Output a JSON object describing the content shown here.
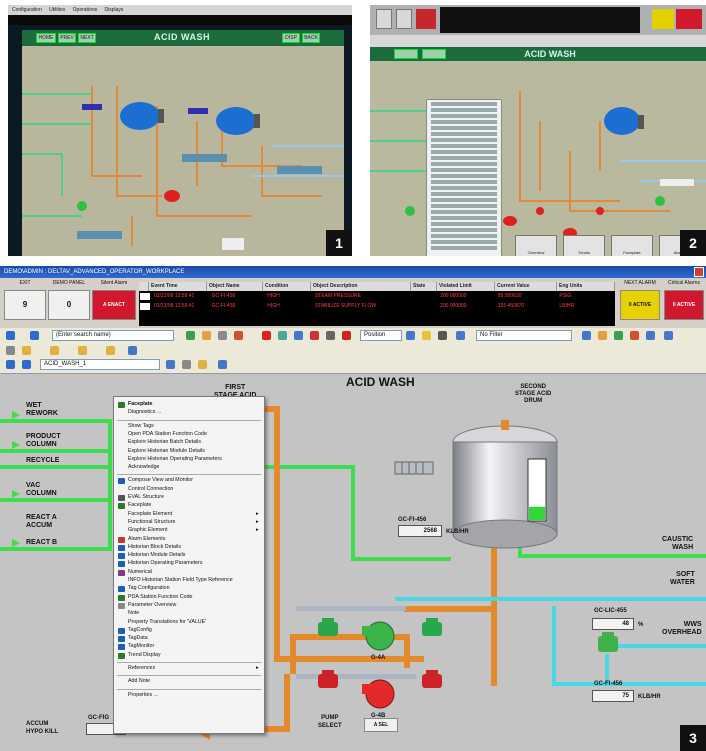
{
  "panel_numbers": [
    "1",
    "2",
    "3"
  ],
  "panel1": {
    "menu": [
      "Configuration",
      "Utilities",
      "Operations",
      "Displays"
    ],
    "title": "ACID WASH",
    "nav_buttons": [
      "HOME",
      "PREV",
      "NEXT"
    ],
    "right_buttons": [
      "DISP",
      "BACK"
    ]
  },
  "panel2": {
    "title": "ACID WASH",
    "bottom_buttons": [
      "Overview",
      "Trends",
      "Faceplate",
      "Alarms"
    ]
  },
  "panel3": {
    "window_title": "DEMO\\ADMIN : DELTAV_ADVANCED_OPERATOR_WORKPLACE",
    "toolbar_left": {
      "labels": [
        "EXIT",
        "DEMO PANEL",
        "Silent Alarm"
      ],
      "values": [
        "9",
        "0"
      ],
      "alarm_button": "A ENACT"
    },
    "alarm_table": {
      "headers": [
        "",
        "Event Time",
        "Object Name",
        "Condition",
        "Object Description",
        "State",
        "Violated Limit",
        "Current Value",
        "Eng Units"
      ],
      "rows": [
        [
          "",
          "03/23/08 12:59:41",
          "GC-FI-458",
          "HIGH",
          "STEAM PRESSURE",
          "",
          "200.000000",
          "95.950630",
          "PSIG"
        ],
        [
          "",
          "03/23/08 12:59:41",
          "GC-FI-458",
          "HIGH",
          "STABILIZE SUPPLY FLOW",
          "",
          "200.000000",
          "155.450870",
          "LB/HR"
        ]
      ]
    },
    "right_boxes": [
      "NEXT ALARM",
      "Critical Alarms"
    ],
    "active_buttons": [
      "0 ACTIVE",
      "0 ACTIVE"
    ],
    "search_box": "(Enter search name)",
    "display_box": "Position",
    "filter_box": "No Filter",
    "path_box": "ACID_WASH_1",
    "process": {
      "title": "ACID WASH",
      "left_labels": [
        "WET\nREWORK",
        "PRODUCT\nCOLUMN",
        "RECYCLE",
        "VAC\nCOLUMN",
        "REACT A\nACCUM",
        "REACT B"
      ],
      "first_stage": "FIRST\nSTAGE ACID",
      "second_stage": "SECOND\nSTAGE ACID\nDRUM",
      "right_labels": [
        "CAUSTIC\nWASH",
        "SOFT\nWATER",
        "WWS\nOVERHEAD"
      ],
      "readouts": [
        {
          "tag": "GC-FI-456",
          "value": "2568",
          "unit": "KLB/HR"
        },
        {
          "tag": "GC-LIC-455",
          "value": "48",
          "unit": "%"
        },
        {
          "tag": "GC-FI-456",
          "value": "75",
          "unit": "KLB/HR"
        },
        {
          "tag": "GC-FIG",
          "value": "",
          "unit": ""
        }
      ],
      "pump_labels": [
        "G-4A",
        "G-4B"
      ],
      "accum_label": "ACCUM\nHYPO KILL",
      "pump_select": "PUMP\nSELECT",
      "sel_button": "A SEL",
      "tank_level": 0.22
    },
    "context_menu": [
      {
        "label": "Faceplate",
        "bold": true,
        "icon": "#2a7a2a"
      },
      {
        "label": "Diagnostics ...",
        "icon": ""
      },
      {
        "sep": true
      },
      {
        "label": "Show Tags",
        "icon": ""
      },
      {
        "label": "Open PDA Station Function Code",
        "icon": ""
      },
      {
        "label": "Explore Historian Batch Details",
        "icon": ""
      },
      {
        "label": "Explore Historian Module Details",
        "icon": ""
      },
      {
        "label": "Explore Historian Operating Parameters",
        "icon": ""
      },
      {
        "label": "Acknowledge",
        "icon": ""
      },
      {
        "sep": true
      },
      {
        "label": "Compose View and Monitor",
        "icon": "#1d5fb5"
      },
      {
        "label": "Control Connection",
        "icon": ""
      },
      {
        "label": "EVAL Structure",
        "icon": "#555"
      },
      {
        "label": "Faceplate",
        "icon": "#2a7a2a"
      },
      {
        "label": "Faceplate Element",
        "icon": "",
        "arrow": true
      },
      {
        "label": "Functional Structure",
        "icon": "",
        "arrow": true
      },
      {
        "label": "Graphic Element",
        "icon": "",
        "arrow": true
      },
      {
        "label": "Alarm Elements",
        "icon": "#c0392b"
      },
      {
        "label": "Historian Block Details",
        "icon": "#1d5fb5"
      },
      {
        "label": "Historian Module Details",
        "icon": "#1d5fb5"
      },
      {
        "label": "Historian Operating Parameters",
        "icon": "#1d5fb5"
      },
      {
        "label": "Numerical",
        "icon": "#7a3b8a"
      },
      {
        "label": "INFO Historian Station Field Type Reference",
        "icon": ""
      },
      {
        "label": "Tag Configuration",
        "icon": "#1d5fb5"
      },
      {
        "label": "PDA Station Function Code",
        "icon": "#2a7a2a"
      },
      {
        "label": "Parameter Overview",
        "icon": "#888"
      },
      {
        "label": "Note",
        "icon": ""
      },
      {
        "label": "Property Translations for 'VALUE'",
        "icon": ""
      },
      {
        "label": "TagConfig",
        "icon": "#1d5fb5"
      },
      {
        "label": "TagData",
        "icon": "#1d5fb5"
      },
      {
        "label": "TagMonitor",
        "icon": "#1d5fb5"
      },
      {
        "label": "Trend Display",
        "icon": "#2a7a2a"
      },
      {
        "sep": true
      },
      {
        "label": "References",
        "icon": "",
        "arrow": true
      },
      {
        "sep": true
      },
      {
        "label": "Add Note",
        "icon": ""
      },
      {
        "sep": true
      },
      {
        "label": "Properties ...",
        "icon": ""
      }
    ]
  }
}
